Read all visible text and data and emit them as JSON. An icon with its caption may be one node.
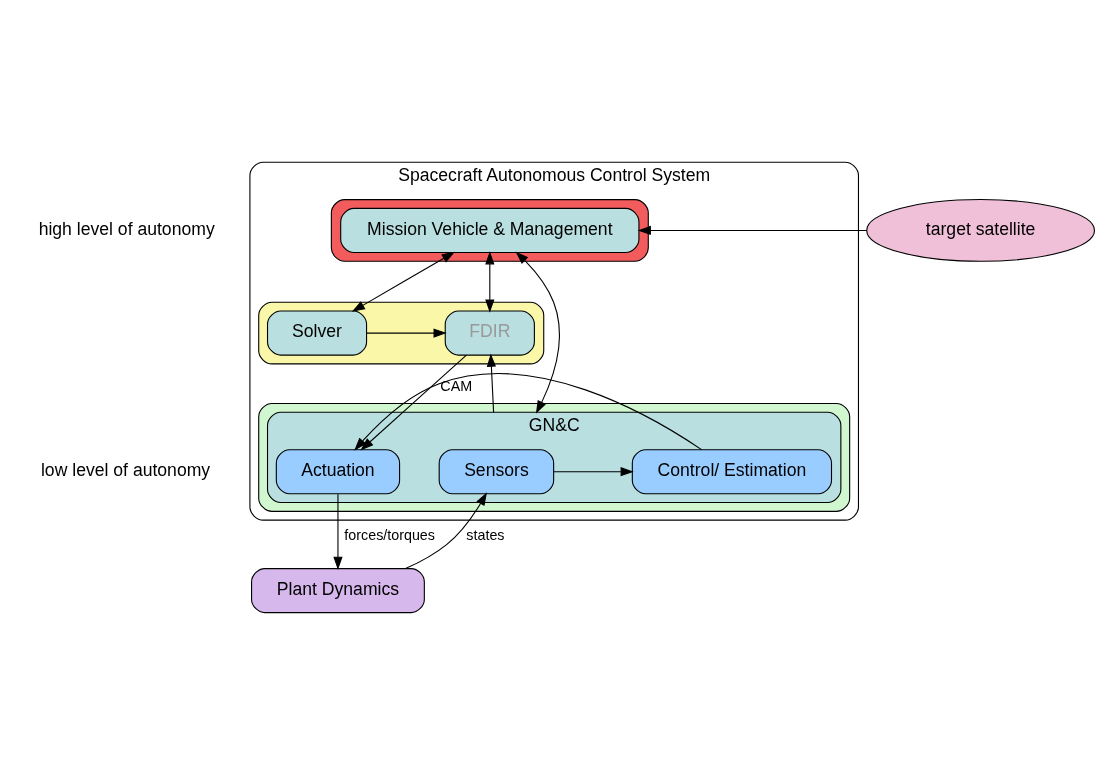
{
  "diagram": {
    "nodes": [
      {
        "text": [
          "Spacecraft Autonomous Control System"
        ]
      },
      {
        "text": [],
        "shape": "box",
        "in": 0
      },
      {
        "text": [
          "Mission Vehicle & Management"
        ],
        "in": 1
      },
      {
        "text": [],
        "shape": "box",
        "in": 0
      },
      {
        "text": [
          "Solver"
        ],
        "in": 3
      },
      {
        "text": [
          "FDIR"
        ],
        "in": 3
      },
      {
        "text": [],
        "shape": "box",
        "in": 0
      },
      {
        "text": [
          "GN&C"
        ],
        "in": 6
      },
      {
        "text": [
          "Sensors"
        ],
        "in": 7
      },
      {
        "text": [
          "Control/ Estimation"
        ],
        "in": 7
      },
      {
        "text": [
          "Actuation"
        ],
        "in": 7
      },
      {
        "text": [
          "target satellite"
        ]
      },
      {
        "text": [
          "Plant Dynamics"
        ]
      }
    ],
    "edges": [
      {
        "from": 11,
        "to": 2,
        "arrow": "to"
      },
      {
        "from": 2,
        "to": 7,
        "arrow": "both"
      },
      {
        "from": 2,
        "to": 4,
        "arrow": "both"
      },
      {
        "from": 2,
        "to": 5,
        "arrow": "both"
      },
      {
        "from": 4,
        "to": 5,
        "arrow": "to"
      },
      {
        "from": 7,
        "to": 5,
        "arrow": "to"
      },
      {
        "from": 5,
        "to": 10,
        "arrow": "to",
        "label": "CAM"
      },
      {
        "from": 8,
        "to": 9,
        "arrow": "to"
      },
      {
        "from": 9,
        "to": 10,
        "arrow": "to"
      },
      {
        "from": 12,
        "to": 8,
        "arrow": "to",
        "label": "states"
      },
      {
        "from": 10,
        "to": 12,
        "arrow": "to",
        "label": "forces/torques"
      }
    ],
    "labels": [
      "high level of autonomy",
      "low level of autonomy"
    ]
  }
}
